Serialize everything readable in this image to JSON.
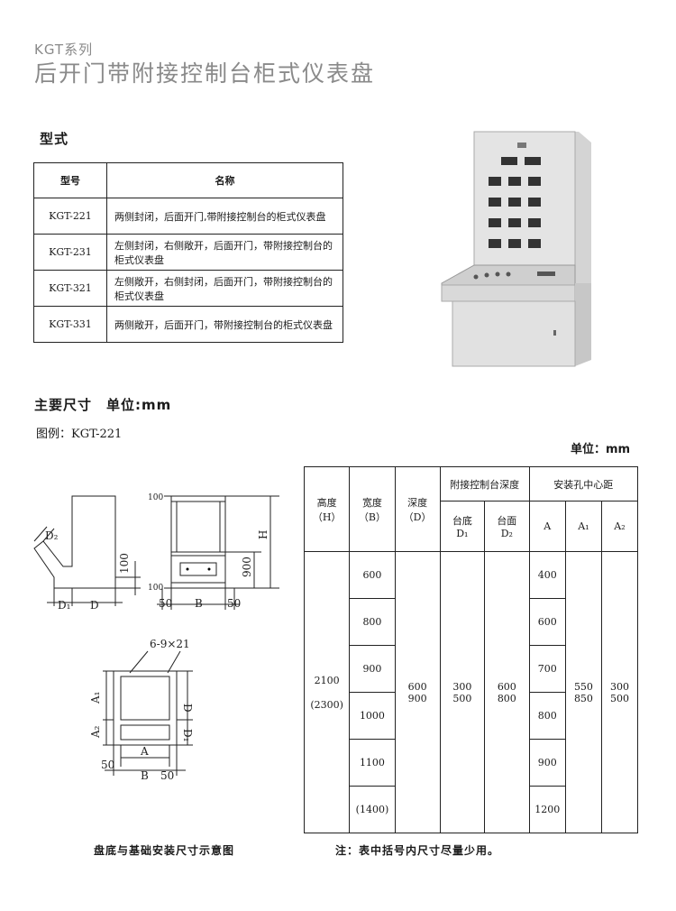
{
  "header": {
    "series": "KGT系列",
    "title": "后开门带附接控制台柜式仪表盘"
  },
  "models_section": {
    "heading": "型式",
    "col_model": "型号",
    "col_name": "名称",
    "rows": [
      {
        "model": "KGT-221",
        "name": "两侧封闭，后面开门,带附接控制台的柜式仪表盘"
      },
      {
        "model": "KGT-231",
        "name": "左侧封闭，右侧敞开，后面开门，带附接控制台的柜式仪表盘"
      },
      {
        "model": "KGT-321",
        "name": "左侧敞开，右侧封闭，后面开门，带附接控制台的柜式仪表盘"
      },
      {
        "model": "KGT-331",
        "name": "两侧敞开，后面开门，带附接控制台的柜式仪表盘"
      }
    ]
  },
  "dimensions_section": {
    "heading": "主要尺寸　单位:mm",
    "example": "图例：KGT-221",
    "unit": "单位：mm"
  },
  "diagram_labels": {
    "d2": "D₂",
    "d1": "D₁",
    "d": "D",
    "dim100": "100",
    "dim1000": "100",
    "dim1000b": "100",
    "b": "B",
    "h": "H",
    "dim900": "900",
    "dim50": "50",
    "holes": "6-9×21",
    "a1": "A₁",
    "a2": "A₂",
    "a": "A",
    "d1b": "D₁",
    "db": "D"
  },
  "table": {
    "h_height": "高度",
    "h_height_sym": "（H）",
    "h_width": "宽度",
    "h_width_sym": "（B）",
    "h_depth": "深度",
    "h_depth_sym": "（D）",
    "h_console": "附接控制台深度",
    "h_base": "台底",
    "h_base_sym": "D₁",
    "h_top": "台面",
    "h_top_sym": "D₂",
    "h_holes": "安装孔中心距",
    "h_a": "A",
    "h_a1": "A₁",
    "h_a2": "A₂",
    "height_1": "2100",
    "height_2": "(2300)",
    "widths": [
      "600",
      "800",
      "900",
      "1000",
      "1100",
      "(1400)"
    ],
    "depth_1": "600",
    "depth_2": "900",
    "base_1": "300",
    "base_2": "500",
    "top_1": "600",
    "top_2": "800",
    "a_values": [
      "400",
      "600",
      "700",
      "800",
      "900",
      "1200"
    ],
    "a1_1": "550",
    "a1_2": "850",
    "a2_1": "300",
    "a2_2": "500"
  },
  "captions": {
    "base_diagram": "盘底与基础安装尺寸示意图",
    "note": "注：表中括号内尺寸尽量少用。"
  }
}
